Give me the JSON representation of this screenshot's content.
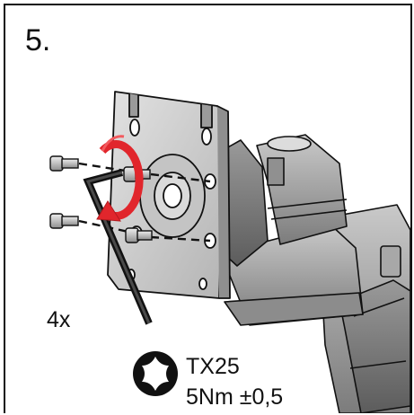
{
  "step": {
    "number": "5."
  },
  "parts": {
    "quantity_label": "4x"
  },
  "tool": {
    "bit": "TX25",
    "torque": "5Nm ±0,5",
    "icon": "torx-bit-icon"
  },
  "colors": {
    "rotation_arrow": "#e1262c",
    "outline": "#111111",
    "metal_light": "#d2d2d2",
    "metal_dark": "#8e8e8e"
  }
}
